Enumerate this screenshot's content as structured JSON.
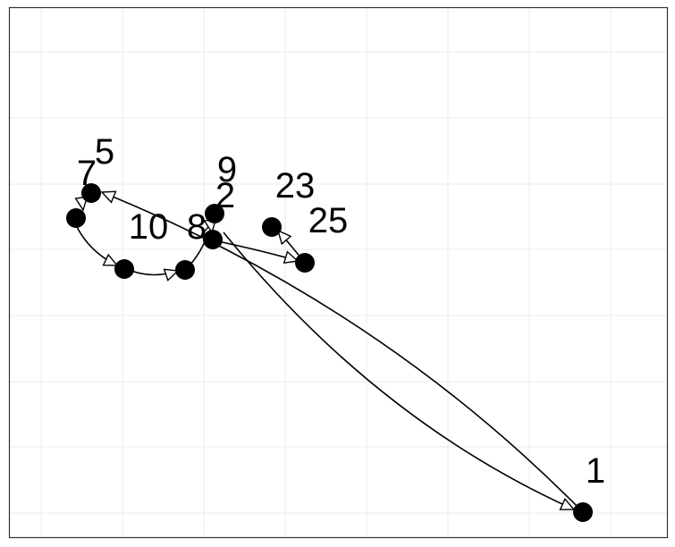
{
  "graph": {
    "colors": {
      "node": "#000000",
      "edge": "#000000",
      "arrow_fill": "#ffffff",
      "grid": "#ebebeb",
      "frame": "#333333",
      "background": "#ffffff"
    },
    "nodes": [
      {
        "id": "5",
        "label": "5"
      },
      {
        "id": "7",
        "label": "7"
      },
      {
        "id": "10",
        "label": "10"
      },
      {
        "id": "8",
        "label": "8"
      },
      {
        "id": "9",
        "label": "9"
      },
      {
        "id": "2",
        "label": "2"
      },
      {
        "id": "23",
        "label": "23"
      },
      {
        "id": "25",
        "label": "25"
      },
      {
        "id": "1",
        "label": "1"
      }
    ],
    "edges": [
      {
        "from": "1",
        "to": "5"
      },
      {
        "from": "5",
        "to": "7"
      },
      {
        "from": "7",
        "to": "10"
      },
      {
        "from": "10",
        "to": "8"
      },
      {
        "from": "8",
        "to": "2"
      },
      {
        "from": "2",
        "to": "9"
      },
      {
        "from": "9",
        "to": "25"
      },
      {
        "from": "25",
        "to": "23"
      },
      {
        "from": "23",
        "to": "1"
      }
    ]
  }
}
